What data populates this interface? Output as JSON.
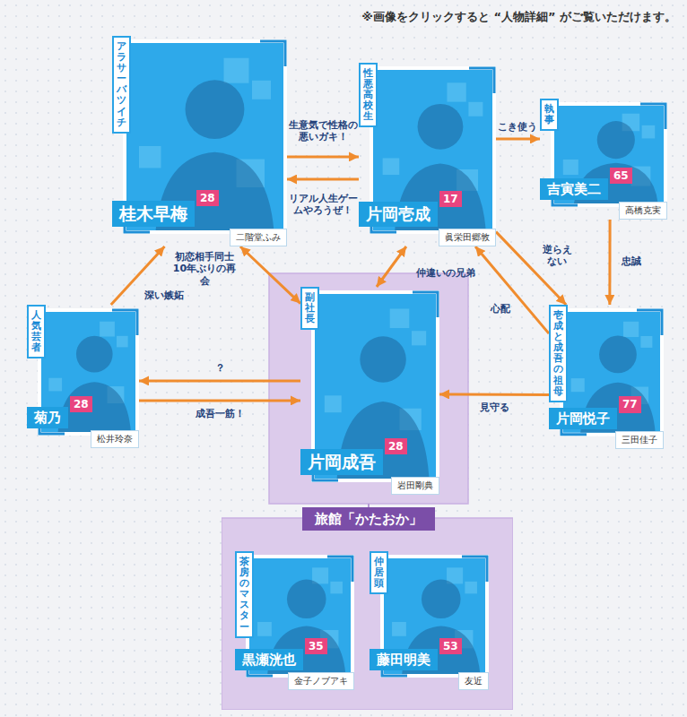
{
  "diagram": {
    "nodes": [
      {
        "text": [
          "アラサーバツイチ",
          "桂木早梅",
          "28",
          "二階堂ふみ"
        ]
      },
      {
        "text": [
          "性悪高校生",
          "片岡壱成",
          "17",
          "眞栄田郷敦"
        ]
      },
      {
        "text": [
          "執事",
          "吉寅美二",
          "65",
          "高橋克実"
        ]
      },
      {
        "text": [
          "人気芸者",
          "菊乃",
          "28",
          "松井玲奈"
        ]
      },
      {
        "text": [
          "壱成と成吾の祖母",
          "片岡悦子",
          "77",
          "三田佳子"
        ]
      },
      {
        "text": [
          "旅館「かたおか」"
        ]
      },
      {
        "text": [
          "副社長",
          "片岡成吾",
          "28",
          "岩田剛典"
        ],
        "in": 5
      },
      {
        "text": [
          "茶房のマスター",
          "黒瀬洸也",
          "35",
          "金子ノブアキ"
        ],
        "in": 5
      },
      {
        "text": [
          "仲居頭",
          "藤田明美",
          "53",
          "友近"
        ],
        "in": 5
      }
    ],
    "edges": [
      {
        "from": 0,
        "to": 1,
        "arrow": "to",
        "label": "生意気で性格の悪いガキ！"
      },
      {
        "from": 1,
        "to": 0,
        "arrow": "to",
        "label": "リアル人生ゲームやろうぜ！"
      },
      {
        "from": 1,
        "to": 2,
        "arrow": "to",
        "label": "こき使う"
      },
      {
        "from": 2,
        "to": 4,
        "arrow": "to",
        "label": "忠誠"
      },
      {
        "from": 1,
        "to": 4,
        "arrow": "to",
        "label": "逆らえない"
      },
      {
        "from": 4,
        "to": 1,
        "arrow": "to",
        "label": "心配"
      },
      {
        "from": 4,
        "to": 6,
        "arrow": "to",
        "label": "見守る"
      },
      {
        "from": 6,
        "to": 1,
        "arrow": "both",
        "label": "仲違いの兄弟"
      },
      {
        "from": 0,
        "to": 6,
        "arrow": "both",
        "label": "初恋相手同士 10年ぶりの再会"
      },
      {
        "from": 3,
        "to": 0,
        "arrow": "to",
        "label": "深い嫉妬"
      },
      {
        "from": 6,
        "to": 3,
        "arrow": "to",
        "label": "？"
      },
      {
        "from": 3,
        "to": 6,
        "arrow": "to",
        "label": "成吾一筋！"
      }
    ],
    "labels": [
      "※画像をクリックすると “人物詳細” がご覧いただけます。"
    ]
  }
}
